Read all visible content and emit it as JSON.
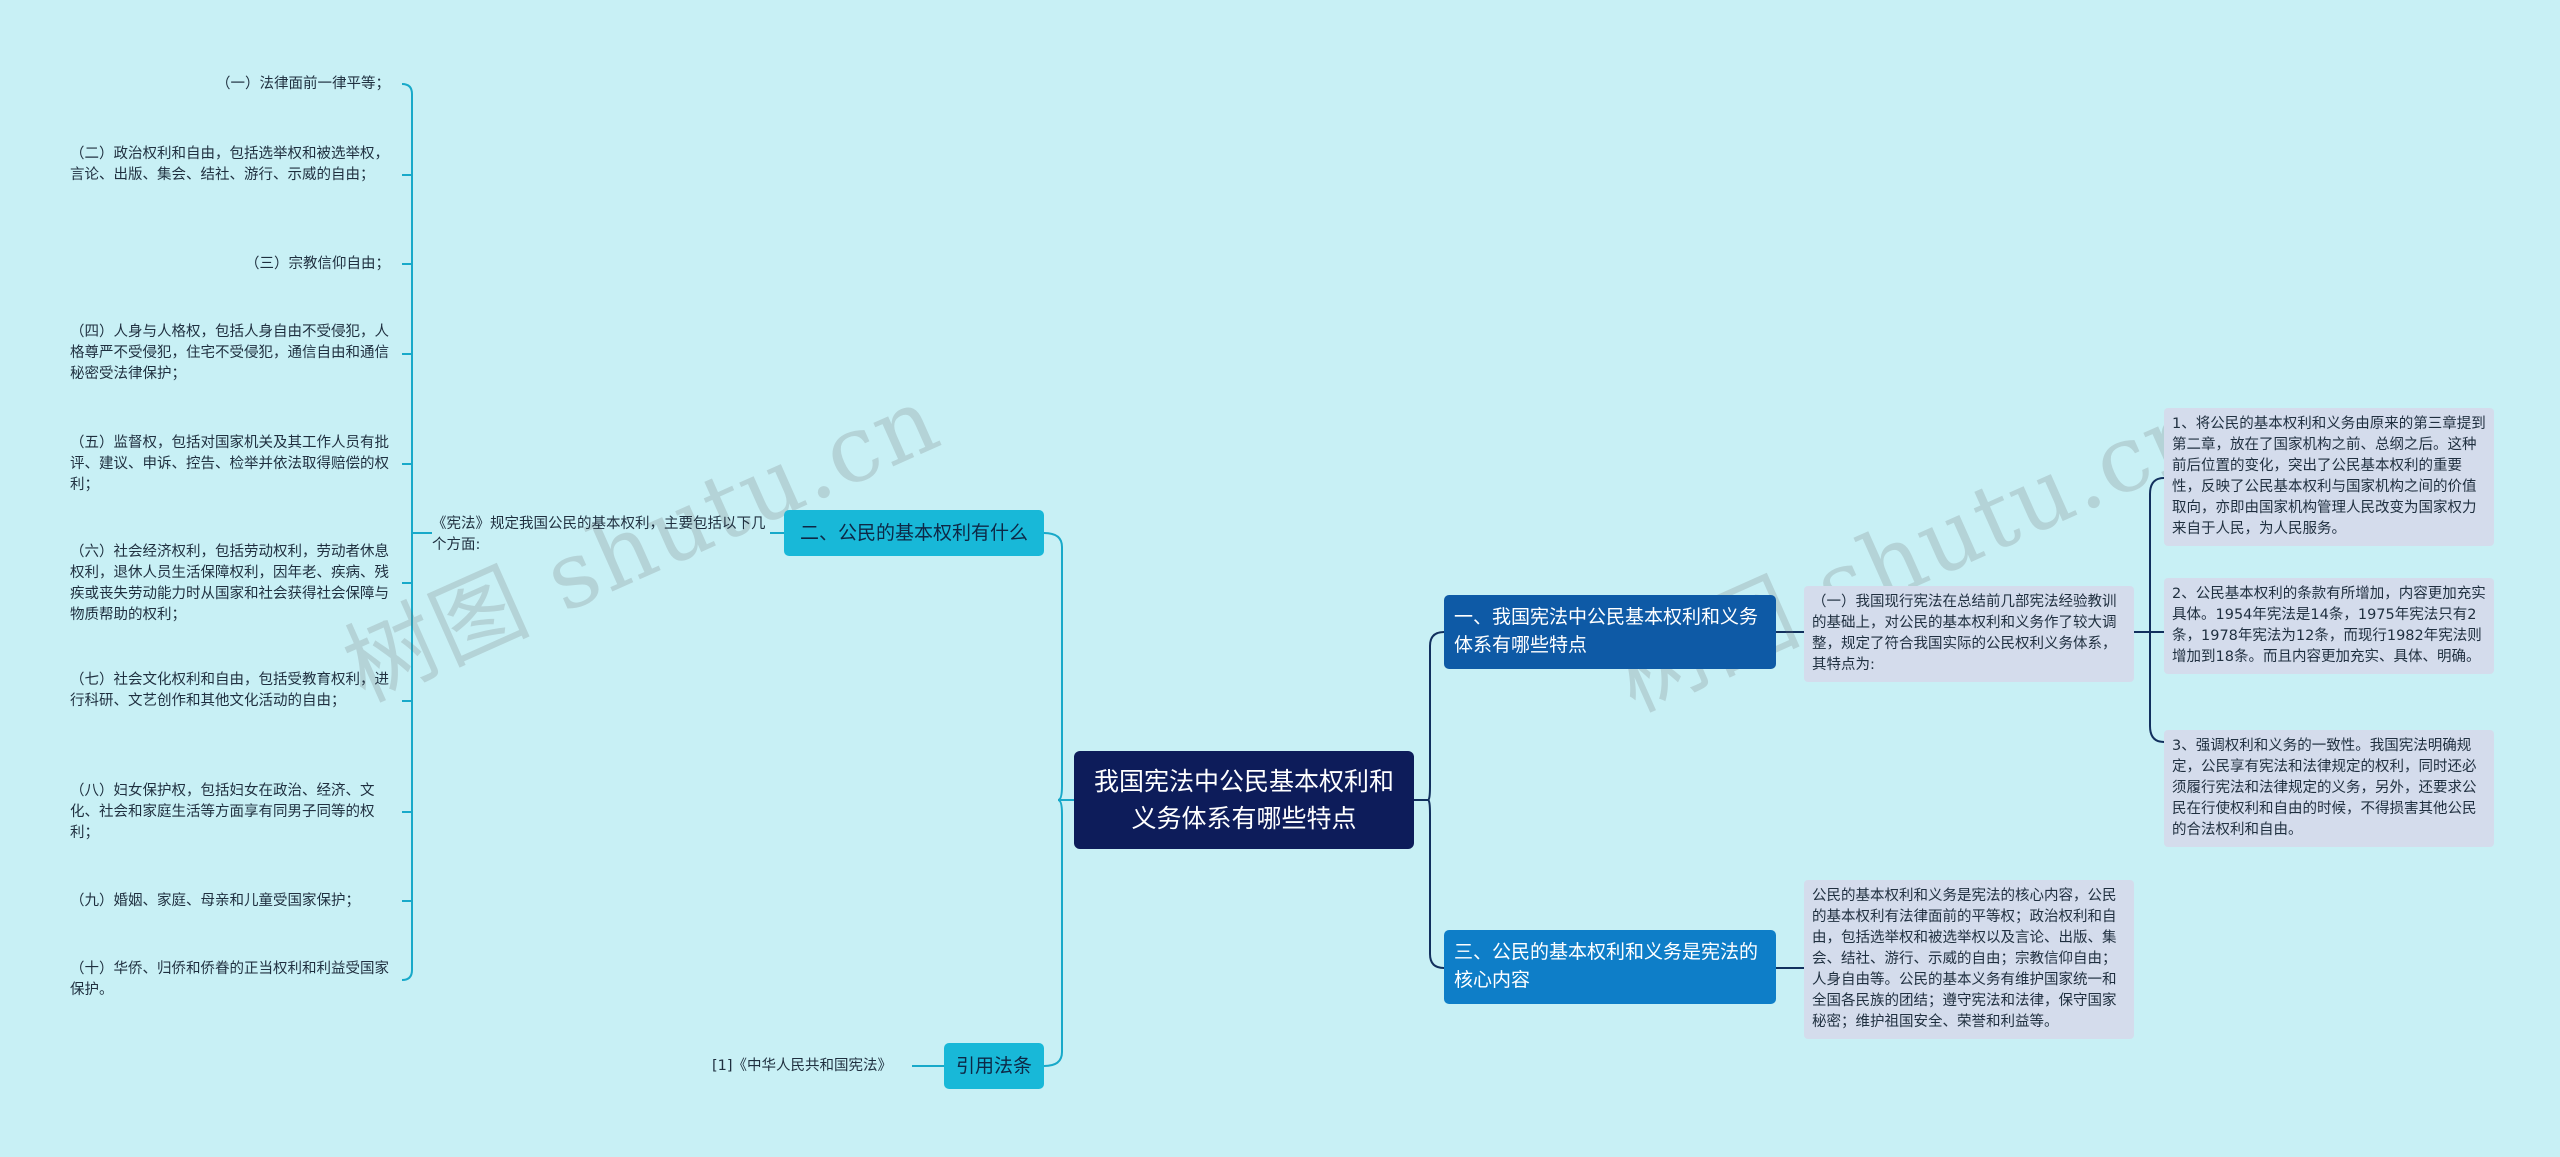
{
  "root": "我国宪法中公民基本权利和义务体系有哪些特点",
  "branch_two": {
    "label": "二、公民的基本权利有什么",
    "intro": "《宪法》规定我国公民的基本权利，主要包括以下几个方面:",
    "items": [
      "（一）法律面前一律平等；",
      "（二）政治权利和自由，包括选举权和被选举权，言论、出版、集会、结社、游行、示威的自由；",
      "（三）宗教信仰自由；",
      "（四）人身与人格权，包括人身自由不受侵犯，人格尊严不受侵犯，住宅不受侵犯，通信自由和通信秘密受法律保护；",
      "（五）监督权，包括对国家机关及其工作人员有批评、建议、申诉、控告、检举并依法取得赔偿的权利；",
      "（六）社会经济权利，包括劳动权利，劳动者休息权利，退休人员生活保障权利，因年老、疾病、残疾或丧失劳动能力时从国家和社会获得社会保障与物质帮助的权利；",
      "（七）社会文化权利和自由，包括受教育权利，进行科研、文艺创作和其他文化活动的自由；",
      "（八）妇女保护权，包括妇女在政治、经济、文化、社会和家庭生活等方面享有同男子同等的权利；",
      "（九）婚姻、家庭、母亲和儿童受国家保护；",
      "（十）华侨、归侨和侨眷的正当权利和利益受国家保护。"
    ]
  },
  "citation": {
    "label": "引用法条",
    "item": "[1]《中华人民共和国宪法》"
  },
  "branch_one": {
    "label": "一、我国宪法中公民基本权利和义务体系有哪些特点",
    "intro": "（一）我国现行宪法在总结前几部宪法经验教训的基础上，对公民的基本权利和义务作了较大调整，规定了符合我国实际的公民权利义务体系，其特点为:",
    "items": [
      "1、将公民的基本权利和义务由原来的第三章提到第二章，放在了国家机构之前、总纲之后。这种前后位置的变化，突出了公民基本权利的重要性，反映了公民基本权利与国家机构之间的价值取向，亦即由国家机构管理人民改变为国家权力来自于人民，为人民服务。",
      "2、公民基本权利的条款有所增加，内容更加充实具体。1954年宪法是14条，1975年宪法只有2条，1978年宪法为12条，而现行1982年宪法则增加到18条。而且内容更加充实、具体、明确。",
      "3、强调权利和义务的一致性。我国宪法明确规定，公民享有宪法和法律规定的权利，同时还必须履行宪法和法律规定的义务，另外，还要求公民在行使权利和自由的时候，不得损害其他公民的合法权利和自由。"
    ]
  },
  "branch_three": {
    "label": "三、公民的基本权利和义务是宪法的核心内容",
    "text": "公民的基本权利和义务是宪法的核心内容，公民的基本权利有法律面前的平等权；政治权利和自由，包括选举权和被选举权以及言论、出版、集会、结社、游行、示威的自由；宗教信仰自由；人身自由等。公民的基本义务有维护国家统一和全国各民族的团结；遵守宪法和法律，保守国家秘密；维护祖国安全、荣誉和利益等。"
  },
  "watermarks": [
    "树图 shutu.cn",
    "树图 shutu.cn"
  ],
  "colors": {
    "background": "#c8f0f5",
    "root": "#0d1c5a",
    "branch_cyan": "#18b8d8",
    "branch_blue": "#0e5aa6",
    "branch_blue_light": "#0e7ec8",
    "leaf": "#d4dcec",
    "connector_left": "#18a9c9",
    "connector_right": "#12305e"
  }
}
